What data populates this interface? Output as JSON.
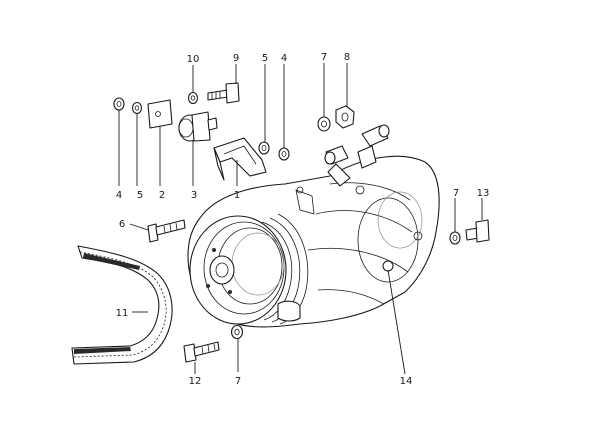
{
  "callouts": {
    "c10": "10",
    "c9": "9",
    "c5a": "5",
    "c4a": "4",
    "c7a": "7",
    "c8": "8",
    "c4b": "4",
    "c5b": "5",
    "c2": "2",
    "c3": "3",
    "c1": "1",
    "c6": "6",
    "c7b": "7",
    "c13": "13",
    "c11": "11",
    "c12": "12",
    "c7c": "7",
    "c14": "14"
  }
}
